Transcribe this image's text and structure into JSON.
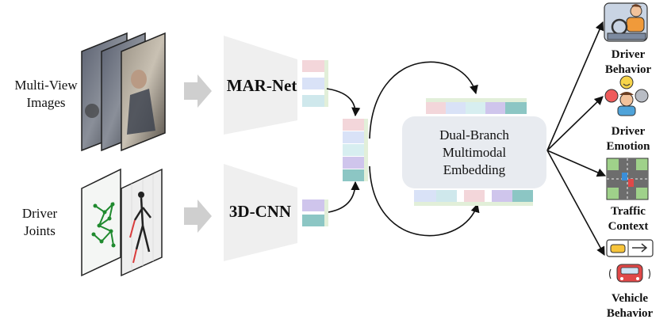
{
  "inputs": {
    "multi_view": [
      "Multi-View",
      "Images"
    ],
    "driver_joints": [
      "Driver",
      "Joints"
    ]
  },
  "networks": {
    "mar_net": "MAR-Net",
    "cnn_3d": "3D-CNN"
  },
  "embedding": [
    "Dual-Branch",
    "Multimodal",
    "Embedding"
  ],
  "outputs": [
    {
      "line1": "Driver",
      "line2": "Behavior",
      "icon": "driver-behavior-icon"
    },
    {
      "line1": "Driver",
      "line2": "Emotion",
      "icon": "driver-emotion-icon"
    },
    {
      "line1": "Traffic",
      "line2": "Context",
      "icon": "traffic-context-icon"
    },
    {
      "line1": "Vehicle",
      "line2": "Behavior",
      "icon": "vehicle-behavior-icon"
    }
  ],
  "colors": {
    "pink": "#f3d6da",
    "blue": "#d9e2f7",
    "cyan": "#cfe8ec",
    "purple": "#cfc5ec",
    "teal": "#8cc6c4",
    "trapezoid": "#efefef",
    "embedding_box": "#e8ebf0",
    "arrow_gray": "#cfcfcf"
  }
}
